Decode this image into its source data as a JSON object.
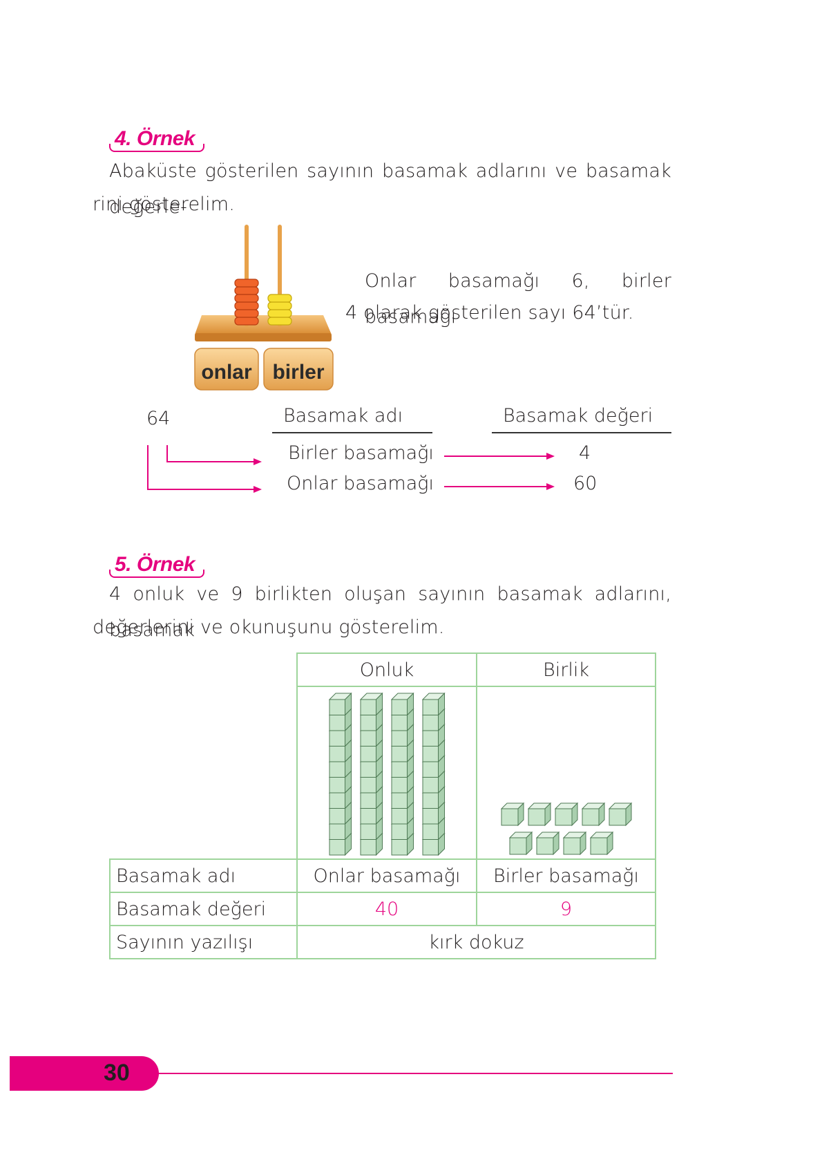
{
  "example4": {
    "heading": "4. Örnek",
    "line1": "Abaküste gösterilen sayının basamak adlarını ve basamak değerle-",
    "line2": "rini gösterelim.",
    "abacus": {
      "label_tens": "onlar",
      "label_ones": "birler",
      "tens_beads": 6,
      "ones_beads": 4
    },
    "explain_line1": "Onlar basamağı 6, birler basamağı",
    "explain_line2": "4 olarak gösterilen sayı 64’tür.",
    "number": "64",
    "col_name_header": "Basamak adı",
    "col_value_header": "Basamak değeri",
    "rows": [
      {
        "name": "Birler basamağı",
        "value": "4"
      },
      {
        "name": "Onlar basamağı",
        "value": "60"
      }
    ]
  },
  "example5": {
    "heading": "5. Örnek",
    "line1": "4 onluk ve 9 birlikten oluşan sayının basamak adlarını, basamak",
    "line2": "değerlerini ve okunuşunu gösterelim.",
    "col_tens": "Onluk",
    "col_ones": "Birlik",
    "tens_rods": 4,
    "unit_cubes": 9,
    "row_name_label": "Basamak adı",
    "name_tens": "Onlar basamağı",
    "name_ones": "Birler basamağı",
    "row_value_label": "Basamak değeri",
    "value_tens": "40",
    "value_ones": "9",
    "row_written_label": "Sayının yazılışı",
    "written": "kırk dokuz"
  },
  "footer": {
    "page_number": "30"
  },
  "colors": {
    "accent": "#e5007e",
    "table_border": "#9ed59b",
    "block_fill": "#c9e6cc"
  }
}
